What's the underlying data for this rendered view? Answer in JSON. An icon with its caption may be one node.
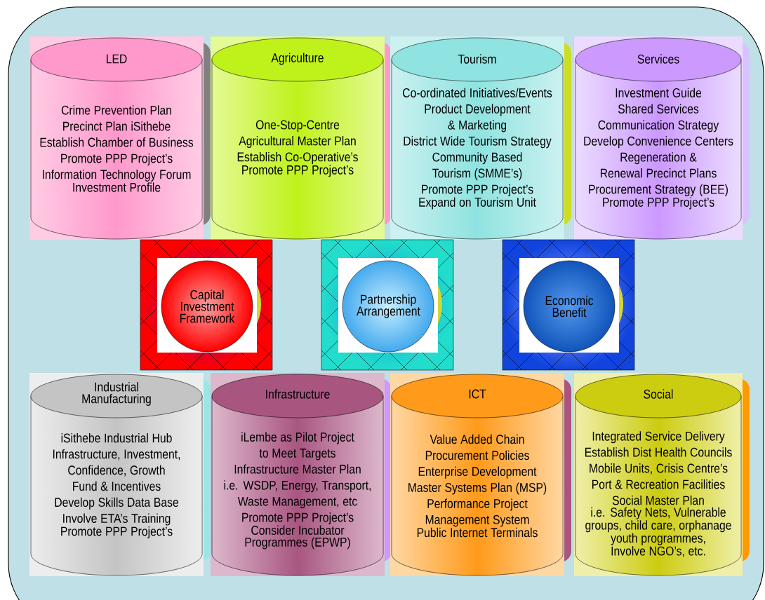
{
  "diagram": {
    "nodes": [
      {
        "text": [
          "LED",
          "Crime Prevention Plan",
          "Precinct Plan iSithebe",
          "Establish Chamber of Business",
          "Promote PPP Project’s",
          "Information Technology Forum",
          "Investment Profile"
        ]
      },
      {
        "text": [
          "Agriculture",
          "One-Stop-Centre",
          "Agricultural Master Plan",
          "Establish Co-Operative’s",
          "Promote PPP Project’s"
        ]
      },
      {
        "text": [
          "Tourism",
          "Co-ordinated Initiatives/Events",
          "Product Development & Marketing",
          "District Wide Tourism Strategy",
          "Community Based Tourism (SMME’s)",
          "Promote PPP Project’s",
          "Expand on Tourism Unit"
        ]
      },
      {
        "text": [
          "Services",
          "Investment Guide",
          "Shared Services",
          "Communication Strategy",
          "Develop Convenience Centers",
          "Regeneration & Renewal Precinct Plans",
          "Procurement Strategy (BEE)",
          "Promote PPP Project’s"
        ]
      },
      {
        "text": [
          "Capital Investment Framework"
        ]
      },
      {
        "text": [
          "Partnership Arrangement"
        ]
      },
      {
        "text": [
          "Economic Benefit"
        ]
      },
      {
        "text": [
          "Industrial Manufacturing",
          "iSithebe Industrial Hub",
          "Infrastructure, Investment, Confidence, Growth Fund & Incentives",
          "Develop Skills Data Base",
          "Involve ETA’s Training",
          "Promote PPP Project’s"
        ]
      },
      {
        "text": [
          "Infrastructure",
          "iLembe as Pilot Project to Meet Targets",
          "Infrastructure Master Plan",
          "i.e. WSDP, Energy, Transport, Waste Management, etc",
          "Promote PPP Project’s",
          "Consider Incubator Programmes (EPWP)"
        ]
      },
      {
        "text": [
          "ICT",
          "Value Added Chain",
          "Procurement Policies",
          "Enterprise Development",
          "Master Systems Plan (MSP)",
          "Performance Project Management System",
          "Public Internet Terminals"
        ]
      },
      {
        "text": [
          "Social",
          "Integrated Service Delivery",
          "Establish Dist Health Councils",
          "Mobile Units, Crisis Centre’s",
          "Port & Recreation Facilities",
          "Social Master Plan",
          "i.e. Safety Nets, Vulnerable groups, child care, orphanage youth programmes, Involve NGO’s, etc."
        ]
      }
    ]
  }
}
